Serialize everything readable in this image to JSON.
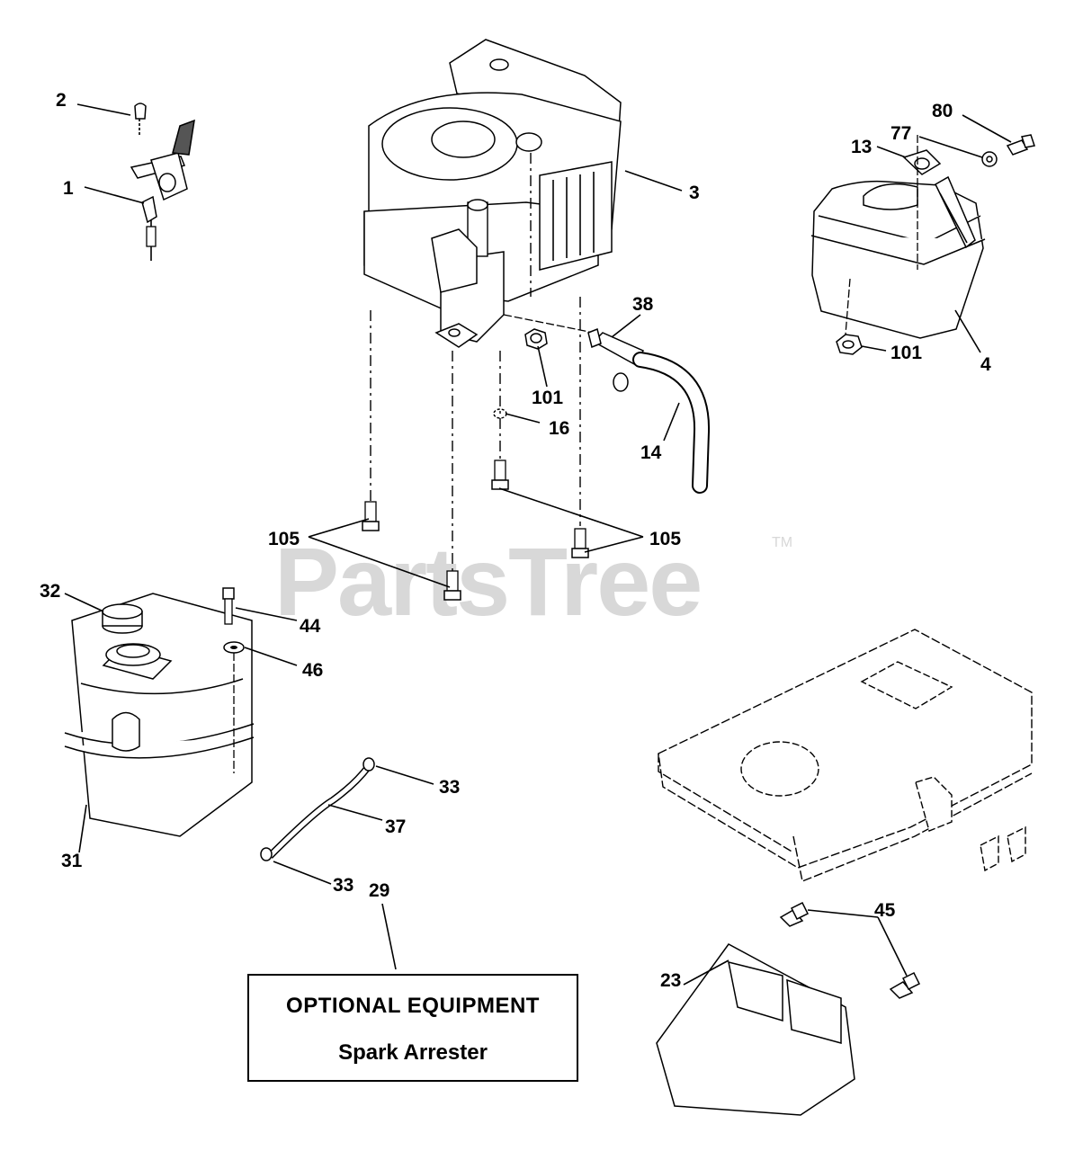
{
  "watermark": {
    "text": "PartsTree",
    "trademark": "TM"
  },
  "callouts": [
    {
      "id": "c-2",
      "text": "2"
    },
    {
      "id": "c-1",
      "text": "1"
    },
    {
      "id": "c-3",
      "text": "3"
    },
    {
      "id": "c-38",
      "text": "38"
    },
    {
      "id": "c-101a",
      "text": "101"
    },
    {
      "id": "c-16",
      "text": "16"
    },
    {
      "id": "c-14",
      "text": "14"
    },
    {
      "id": "c-105a",
      "text": "105"
    },
    {
      "id": "c-105b",
      "text": "105"
    },
    {
      "id": "c-80",
      "text": "80"
    },
    {
      "id": "c-77",
      "text": "77"
    },
    {
      "id": "c-13",
      "text": "13"
    },
    {
      "id": "c-101b",
      "text": "101"
    },
    {
      "id": "c-4",
      "text": "4"
    },
    {
      "id": "c-32",
      "text": "32"
    },
    {
      "id": "c-44",
      "text": "44"
    },
    {
      "id": "c-46",
      "text": "46"
    },
    {
      "id": "c-33a",
      "text": "33"
    },
    {
      "id": "c-37",
      "text": "37"
    },
    {
      "id": "c-31",
      "text": "31"
    },
    {
      "id": "c-33b",
      "text": "33"
    },
    {
      "id": "c-29",
      "text": "29"
    },
    {
      "id": "c-45",
      "text": "45"
    },
    {
      "id": "c-23",
      "text": "23"
    }
  ],
  "notice": {
    "line1": "OPTIONAL EQUIPMENT",
    "line2": "Spark Arrester"
  }
}
